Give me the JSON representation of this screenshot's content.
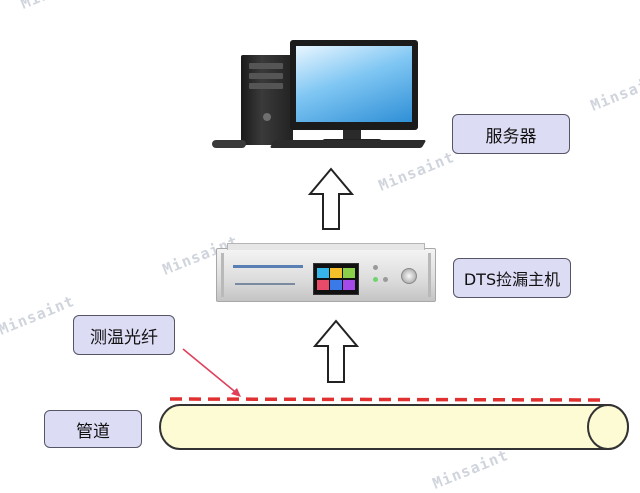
{
  "labels": {
    "server": "服务器",
    "dts_host": "DTS捡漏主机",
    "fiber": "测温光纤",
    "pipeline": "管道"
  },
  "watermark": "Minsaint",
  "colors": {
    "label_fill": "#dcdcf5",
    "pipe_fill": "#fdfbd4",
    "fiber_dashes": "#e03030",
    "pointer_line": "#e0405a",
    "arrow_stroke": "#222222"
  },
  "icons": {
    "computer": "desktop-computer-icon",
    "dts_host": "rack-device-icon"
  }
}
